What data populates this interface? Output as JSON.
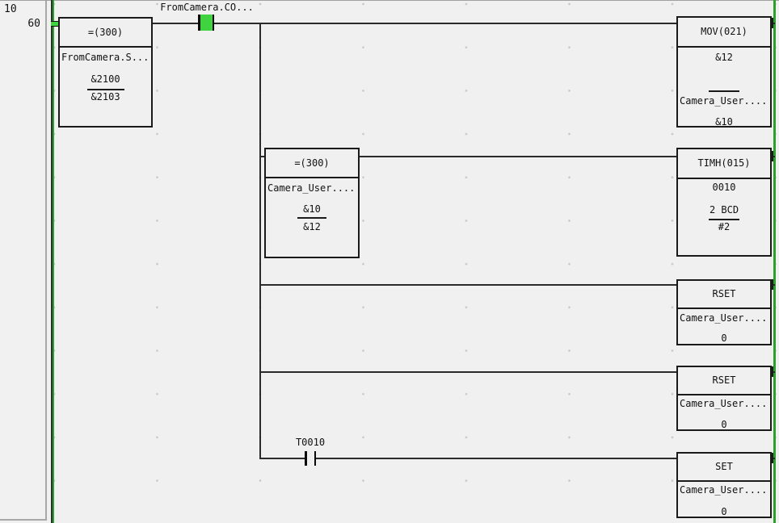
{
  "margin": {
    "rung_number": "10",
    "step_number": "60"
  },
  "colors": {
    "background": "#f0f0f0",
    "wire": "#2b2b2b",
    "rail_green": "#2ca02c",
    "power_flow_green": "#3fd43f",
    "grid_dot": "#c6c6c6"
  },
  "rung": {
    "input_compare": {
      "title": "=(300)",
      "symbol": "FromCamera.S...",
      "value_top": "&2100",
      "value_bottom": "&2103"
    },
    "main_contact": {
      "label": "FromCamera.CO...",
      "state": "on"
    },
    "branch_compare": {
      "title": "=(300)",
      "symbol": "Camera_User....",
      "value_top": "&10",
      "value_bottom": "&12"
    },
    "timer_contact": {
      "label": "T0010"
    },
    "output_blocks": [
      {
        "title": "MOV(021)",
        "op1": "&12",
        "op2_symbol": "Camera_User....",
        "op2_value": "&10"
      },
      {
        "title": "TIMH(015)",
        "op1": "0010",
        "op2": "2 BCD",
        "op3": "#2"
      },
      {
        "title": "RSET",
        "symbol": "Camera_User....",
        "value": "0"
      },
      {
        "title": "RSET",
        "symbol": "Camera_User....",
        "value": "0"
      },
      {
        "title": "SET",
        "symbol": "Camera_User....",
        "value": "0"
      }
    ]
  }
}
